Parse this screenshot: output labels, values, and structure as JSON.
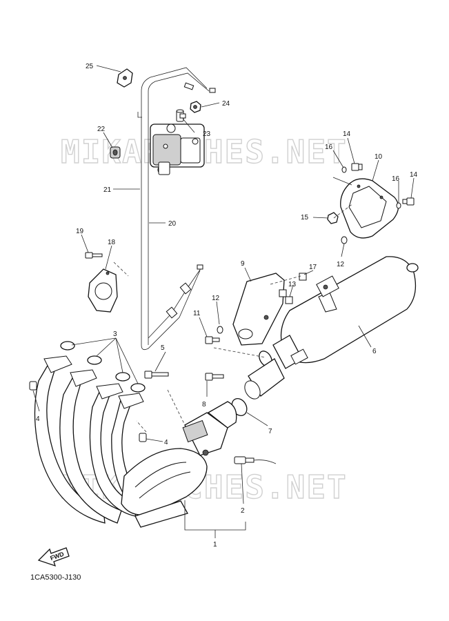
{
  "watermark": "MIKARICHES.NET",
  "diagram_ref": "1CA5300-J130",
  "fwd_label": "FWD",
  "callouts": {
    "c1": "1",
    "c2": "2",
    "c3": "3",
    "c4a": "4",
    "c4b": "4",
    "c5": "5",
    "c6": "6",
    "c7": "7",
    "c8": "8",
    "c9": "9",
    "c10": "10",
    "c11": "11",
    "c12a": "12",
    "c12b": "12",
    "c13": "13",
    "c14a": "14",
    "c14b": "14",
    "c15": "15",
    "c16a": "16",
    "c16b": "16",
    "c17": "17",
    "c18": "18",
    "c19": "19",
    "c20": "20",
    "c21": "21",
    "c22": "22",
    "c23": "23",
    "c24": "24",
    "c25": "25"
  }
}
